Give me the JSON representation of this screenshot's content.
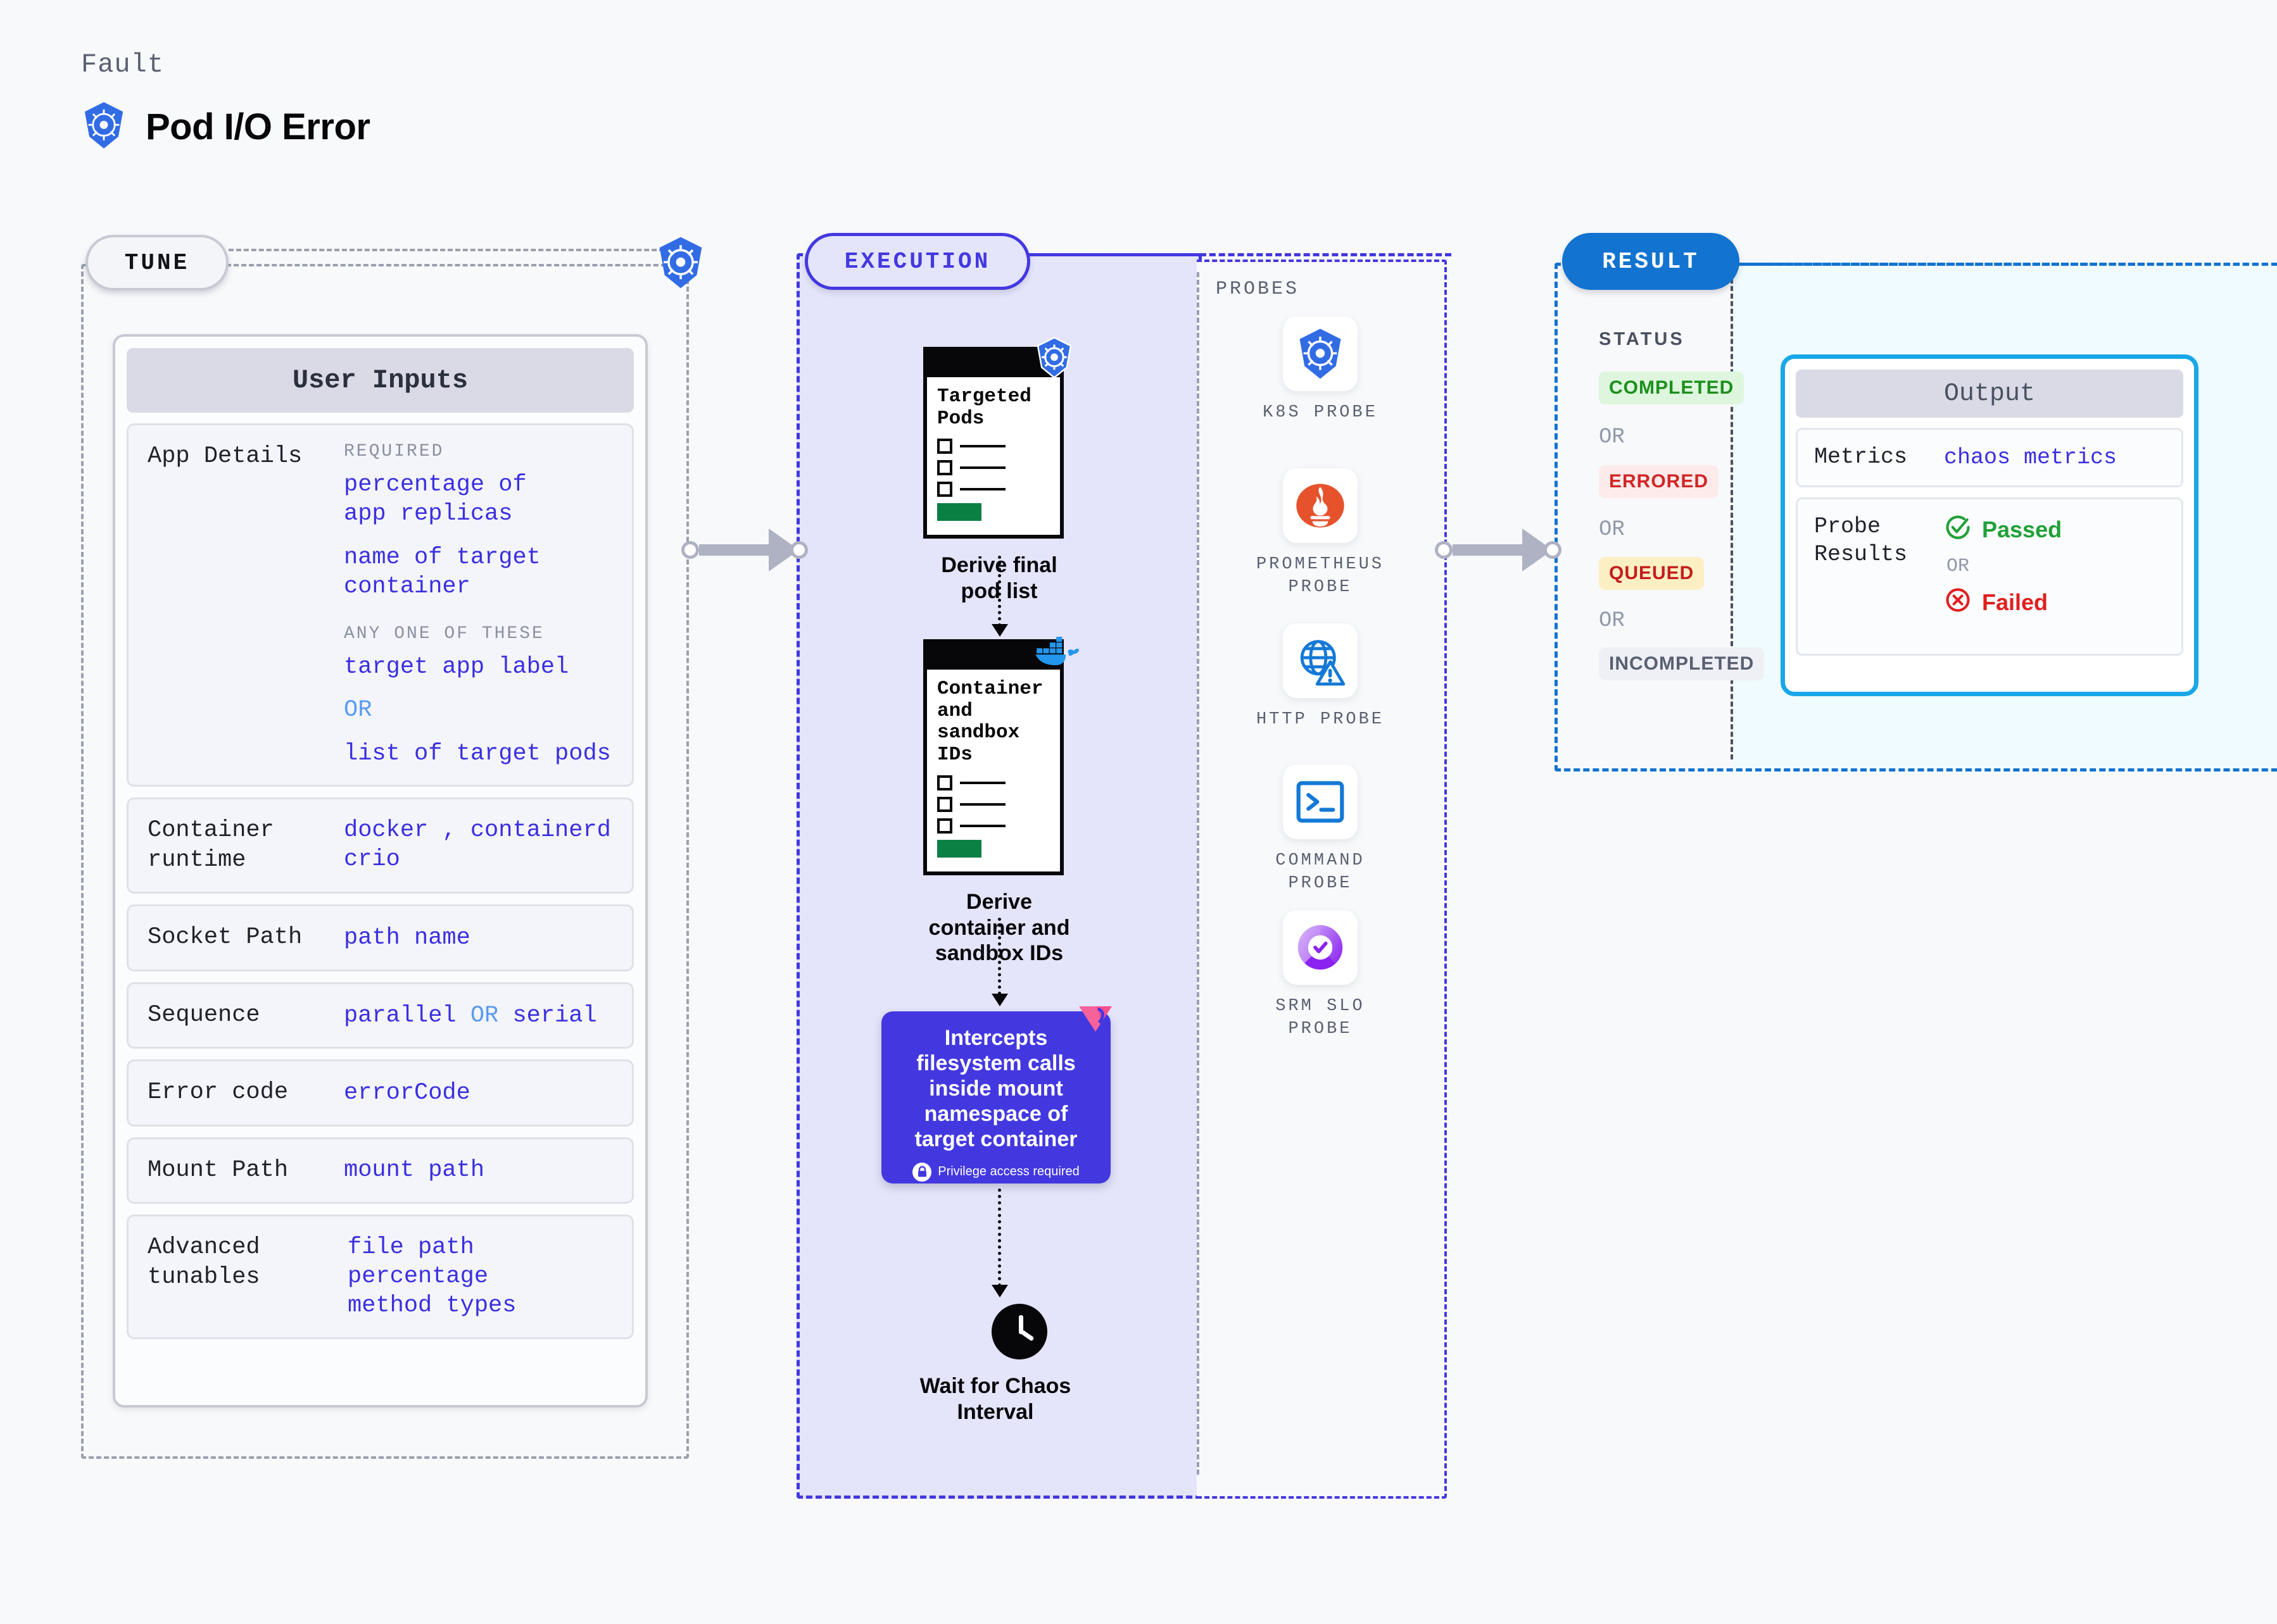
{
  "header": {
    "kicker": "Fault",
    "title": "Pod I/O Error",
    "icon": "kubernetes-icon"
  },
  "stages": {
    "tune": "TUNE",
    "execution": "EXECUTION",
    "result": "RESULT"
  },
  "tune": {
    "card_title": "User Inputs",
    "rows": [
      {
        "label": "App Details",
        "required_head": "REQUIRED",
        "required_values": [
          "percentage of app replicas",
          "name of target container"
        ],
        "any_head": "ANY ONE OF THESE",
        "any_values": [
          "target app label",
          "OR",
          "list of target pods"
        ]
      },
      {
        "label": "Container runtime",
        "values": [
          "docker , containerd",
          "crio"
        ]
      },
      {
        "label": "Socket Path",
        "values": [
          "path name"
        ]
      },
      {
        "label": "Sequence",
        "value_prefix": "parallel ",
        "value_or": "OR",
        "value_suffix": " serial"
      },
      {
        "label": "Error code",
        "values": [
          "errorCode"
        ]
      },
      {
        "label": "Mount Path",
        "values": [
          "mount path"
        ]
      },
      {
        "label": "Advanced tunables",
        "values": [
          "file path",
          "percentage",
          "method types"
        ]
      }
    ]
  },
  "execution": {
    "node1": {
      "doc_title": "Targeted Pods",
      "caption": "Derive final pod list",
      "badge_icon": "kubernetes-icon"
    },
    "node2": {
      "doc_title": "Container and sandbox IDs",
      "caption": "Derive container and sandbox IDs",
      "badge_icon": "docker-icon"
    },
    "intercept": {
      "text": "Intercepts filesystem calls inside mount namespace of target container",
      "footnote": "Privilege access required",
      "footnote_icon": "lock-icon",
      "corner_icon": "litmus-icon"
    },
    "wait": {
      "caption": "Wait for Chaos Interval",
      "icon": "clock-icon"
    }
  },
  "probes": {
    "title": "PROBES",
    "items": [
      {
        "label": "K8S PROBE",
        "icon": "kubernetes-icon"
      },
      {
        "label": "PROMETHEUS PROBE",
        "icon": "prometheus-icon"
      },
      {
        "label": "HTTP PROBE",
        "icon": "http-globe-warning-icon"
      },
      {
        "label": "COMMAND PROBE",
        "icon": "terminal-icon"
      },
      {
        "label": "SRM SLO PROBE",
        "icon": "srm-slo-icon"
      }
    ]
  },
  "result": {
    "status_title": "STATUS",
    "statuses": [
      {
        "label": "COMPLETED",
        "bg": "#ddf6dd",
        "fg": "#1d8f1d"
      },
      {
        "label": "ERRORED",
        "bg": "#fdebeb",
        "fg": "#d12626"
      },
      {
        "label": "QUEUED",
        "bg": "#fdefc4",
        "fg": "#c41c1c"
      },
      {
        "label": "INCOMPLETED",
        "bg": "#eef0f6",
        "fg": "#5a6071"
      }
    ],
    "or_label": "OR",
    "output": {
      "title": "Output",
      "metrics_label": "Metrics",
      "metrics_value": "chaos metrics",
      "probe_results_label": "Probe Results",
      "passed": "Passed",
      "or": "OR",
      "failed": "Failed",
      "passed_icon": "check-circle-icon",
      "failed_icon": "x-circle-icon"
    }
  },
  "colors": {
    "accent_blue": "#3b2fe0",
    "execution_fill": "#e4e4fb",
    "result_border": "#1273d0",
    "output_border": "#18a7e8",
    "k8s_blue": "#326ce5"
  }
}
